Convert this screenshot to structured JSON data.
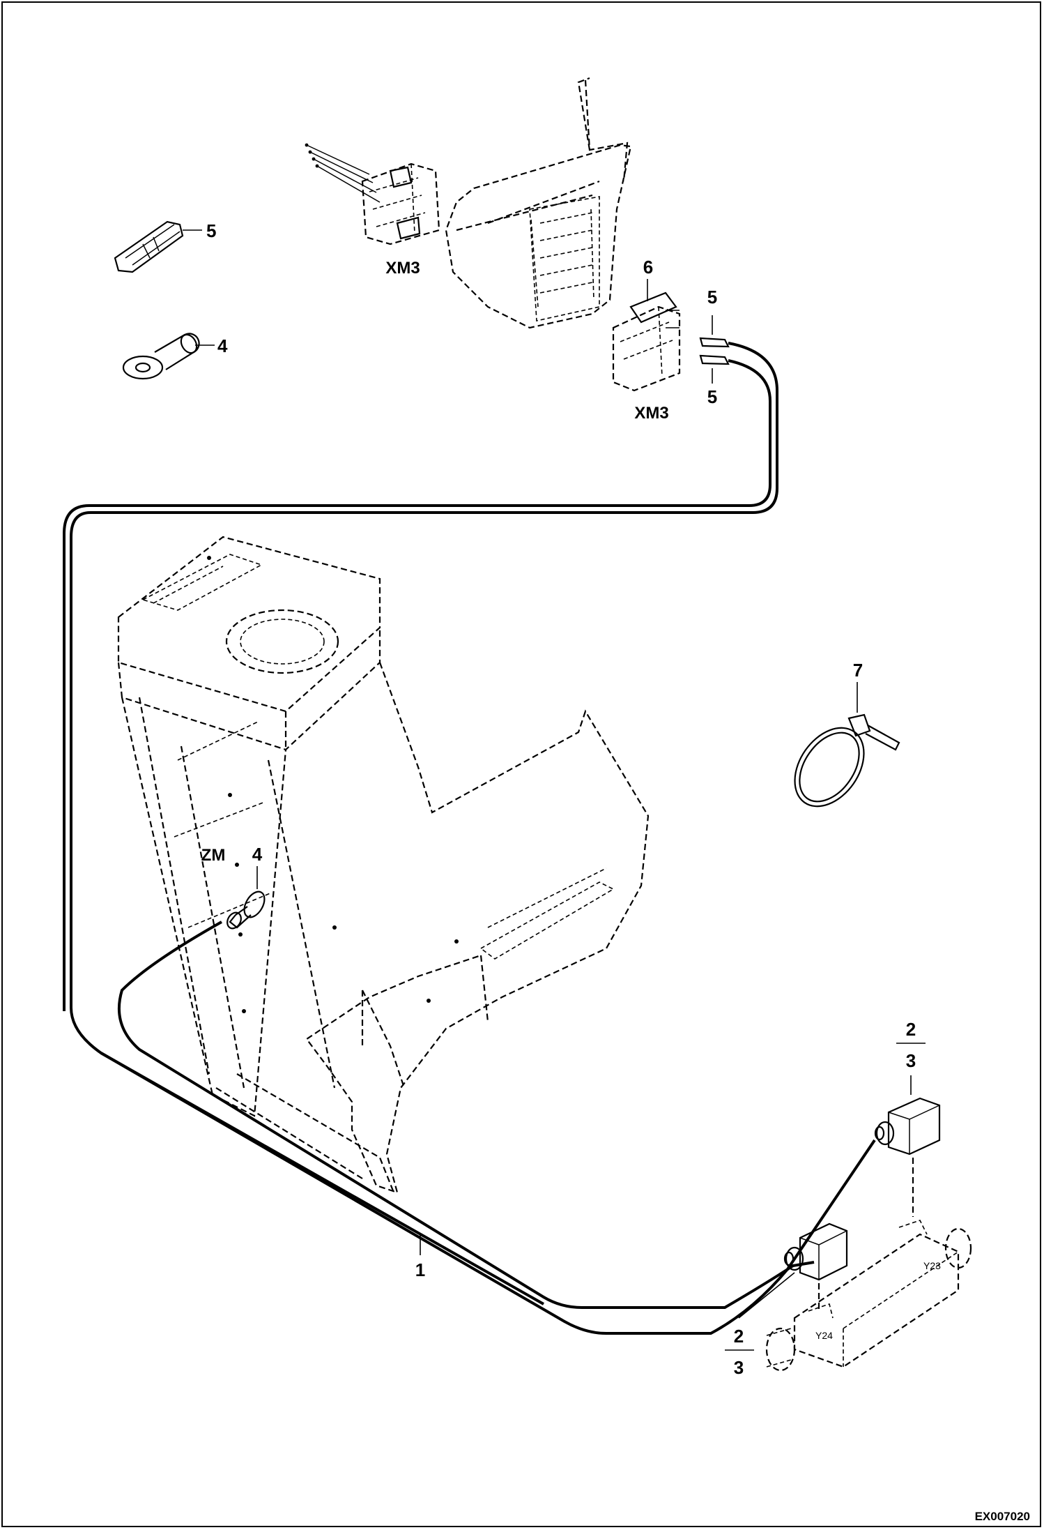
{
  "callouts": {
    "xm3_top": "XM3",
    "xm3_right": "XM3",
    "item5_left": "5",
    "item4_left": "4",
    "item6": "6",
    "item5_top": "5",
    "item5_bottom": "5",
    "item7": "7",
    "zm": "ZM",
    "item4_zm": "4",
    "item1": "1",
    "item2_upper": "2",
    "item3_upper": "3",
    "item2_lower": "2",
    "item3_lower": "3",
    "y23": "Y23",
    "y24": "Y24"
  },
  "drawing_code": "EX007020"
}
